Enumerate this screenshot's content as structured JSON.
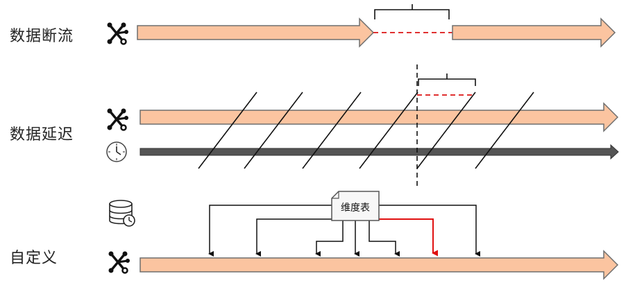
{
  "rows": {
    "interrupt": {
      "label": "数据断流"
    },
    "delay": {
      "label": "数据延迟"
    },
    "custom": {
      "label": "自定义",
      "dim_table_label": "维度表"
    }
  },
  "colors": {
    "stream_fill": "#FBC4A0",
    "stream_stroke": "#6E6E6E",
    "time_fill": "#555555",
    "dashed_red": "#E03030",
    "highlight_red": "#E01010",
    "line": "#111111"
  },
  "icons": {
    "stream": "network-node-icon",
    "time": "clock-icon",
    "dim_store": "database-clock-icon"
  }
}
